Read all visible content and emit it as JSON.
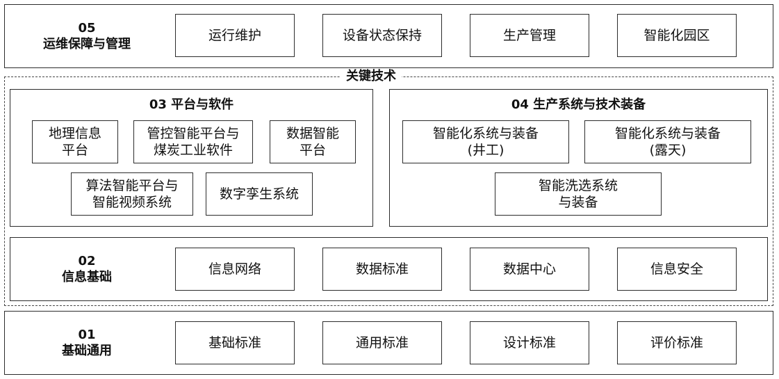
{
  "layer05": {
    "number": "05",
    "name": "运维保障与管理",
    "items": [
      "运行维护",
      "设备状态保持",
      "生产管理",
      "智能化园区"
    ]
  },
  "key_tech": {
    "title": "关键技术"
  },
  "layer03": {
    "title": "03 平台与软件",
    "items": [
      [
        "地理信息",
        "平台"
      ],
      [
        "管控智能平台与",
        "煤炭工业软件"
      ],
      [
        "数据智能",
        "平台"
      ],
      [
        "算法智能平台与",
        "智能视频系统"
      ],
      [
        "数字孪生系统"
      ]
    ]
  },
  "layer04": {
    "title": "04 生产系统与技术装备",
    "items": [
      [
        "智能化系统与装备",
        "(井工)"
      ],
      [
        "智能化系统与装备",
        "(露天)"
      ],
      [
        "智能洗选系统",
        "与装备"
      ]
    ]
  },
  "layer02": {
    "number": "02",
    "name": "信息基础",
    "items": [
      "信息网络",
      "数据标准",
      "数据中心",
      "信息安全"
    ]
  },
  "layer01": {
    "number": "01",
    "name": "基础通用",
    "items": [
      "基础标准",
      "通用标准",
      "设计标准",
      "评价标准"
    ]
  }
}
